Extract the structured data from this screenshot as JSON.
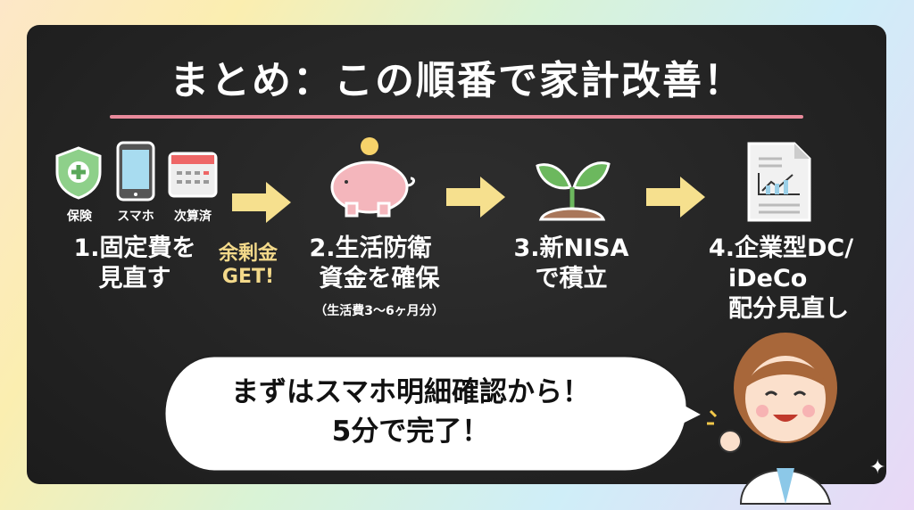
{
  "title": "まとめ：この順番で家計改善！",
  "step1": {
    "icons": [
      {
        "name": "shield-icon",
        "label": "保険"
      },
      {
        "name": "phone-icon",
        "label": "スマホ"
      },
      {
        "name": "calendar-icon",
        "label": "次算済"
      }
    ],
    "line1": "1.固定費を",
    "line2": "見直す"
  },
  "bonus": {
    "line1": "余剰金",
    "line2": "GET!"
  },
  "step2": {
    "line1": "2.生活防衛",
    "line2": "資金を確保",
    "note": "（生活費3〜6ヶ月分）"
  },
  "step3": {
    "line1": "3.新NISA",
    "line2": "で積立"
  },
  "step4": {
    "line1": "4.企業型DC/",
    "line2": "iDeCo",
    "line3": "配分見直し"
  },
  "bubble": {
    "line1": "まずはスマホ明細確認から！",
    "line2": "5分で完了！"
  },
  "colors": {
    "board": "#222222",
    "arrow": "#f6e08e",
    "underline": "#e98a9b",
    "accent": "#f3d98a"
  }
}
